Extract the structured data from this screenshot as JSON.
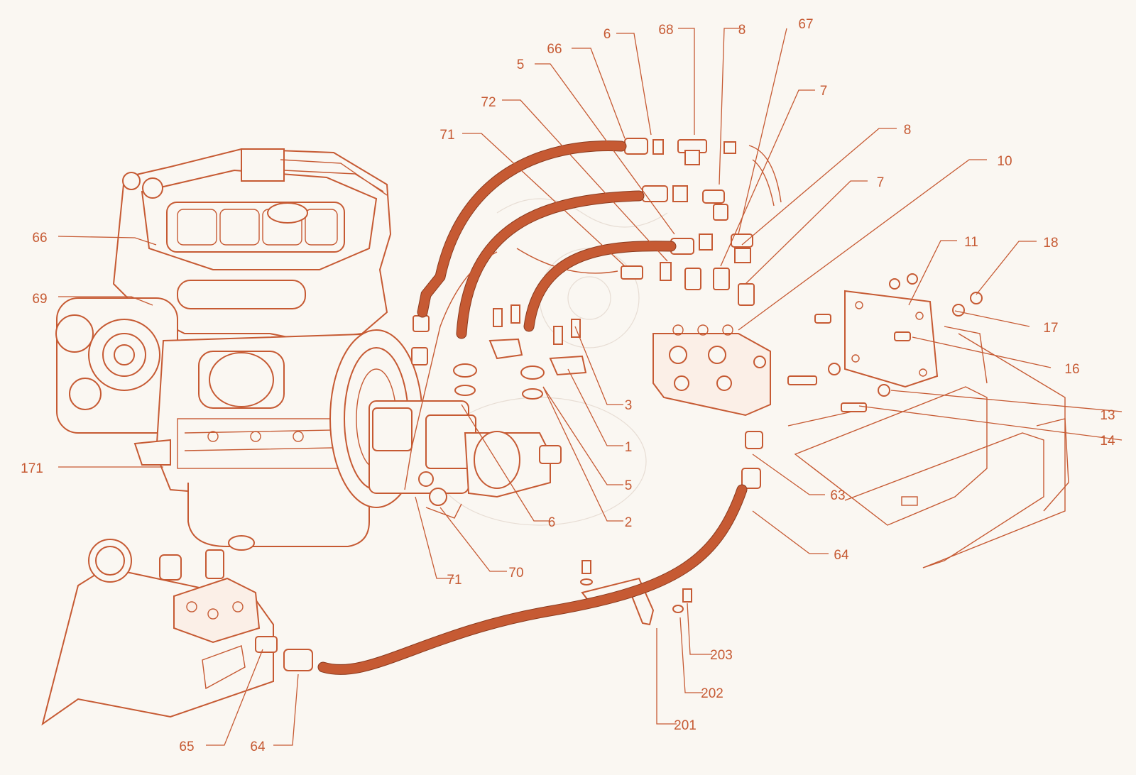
{
  "diagram": {
    "accent_color": "#c65a33",
    "background_color": "#faf7f2",
    "callouts": [
      {
        "id": "c-6-top",
        "label": "6"
      },
      {
        "id": "c-68",
        "label": "68"
      },
      {
        "id": "c-8-top",
        "label": "8"
      },
      {
        "id": "c-67",
        "label": "67"
      },
      {
        "id": "c-66-top",
        "label": "66"
      },
      {
        "id": "c-5-top",
        "label": "5"
      },
      {
        "id": "c-72",
        "label": "72"
      },
      {
        "id": "c-71-top",
        "label": "71"
      },
      {
        "id": "c-7-top",
        "label": "7"
      },
      {
        "id": "c-8-mid",
        "label": "8"
      },
      {
        "id": "c-10",
        "label": "10"
      },
      {
        "id": "c-7-mid",
        "label": "7"
      },
      {
        "id": "c-11",
        "label": "11"
      },
      {
        "id": "c-18",
        "label": "18"
      },
      {
        "id": "c-17",
        "label": "17"
      },
      {
        "id": "c-16",
        "label": "16"
      },
      {
        "id": "c-13",
        "label": "13"
      },
      {
        "id": "c-14",
        "label": "14"
      },
      {
        "id": "c-66-left",
        "label": "66"
      },
      {
        "id": "c-69",
        "label": "69"
      },
      {
        "id": "c-171",
        "label": "171"
      },
      {
        "id": "c-3",
        "label": "3"
      },
      {
        "id": "c-1",
        "label": "1"
      },
      {
        "id": "c-5-low",
        "label": "5"
      },
      {
        "id": "c-2",
        "label": "2"
      },
      {
        "id": "c-6-low",
        "label": "6"
      },
      {
        "id": "c-63",
        "label": "63"
      },
      {
        "id": "c-64-right",
        "label": "64"
      },
      {
        "id": "c-71-low",
        "label": "71"
      },
      {
        "id": "c-70",
        "label": "70"
      },
      {
        "id": "c-203",
        "label": "203"
      },
      {
        "id": "c-202",
        "label": "202"
      },
      {
        "id": "c-201",
        "label": "201"
      },
      {
        "id": "c-65",
        "label": "65"
      },
      {
        "id": "c-64-bottom",
        "label": "64"
      }
    ]
  }
}
